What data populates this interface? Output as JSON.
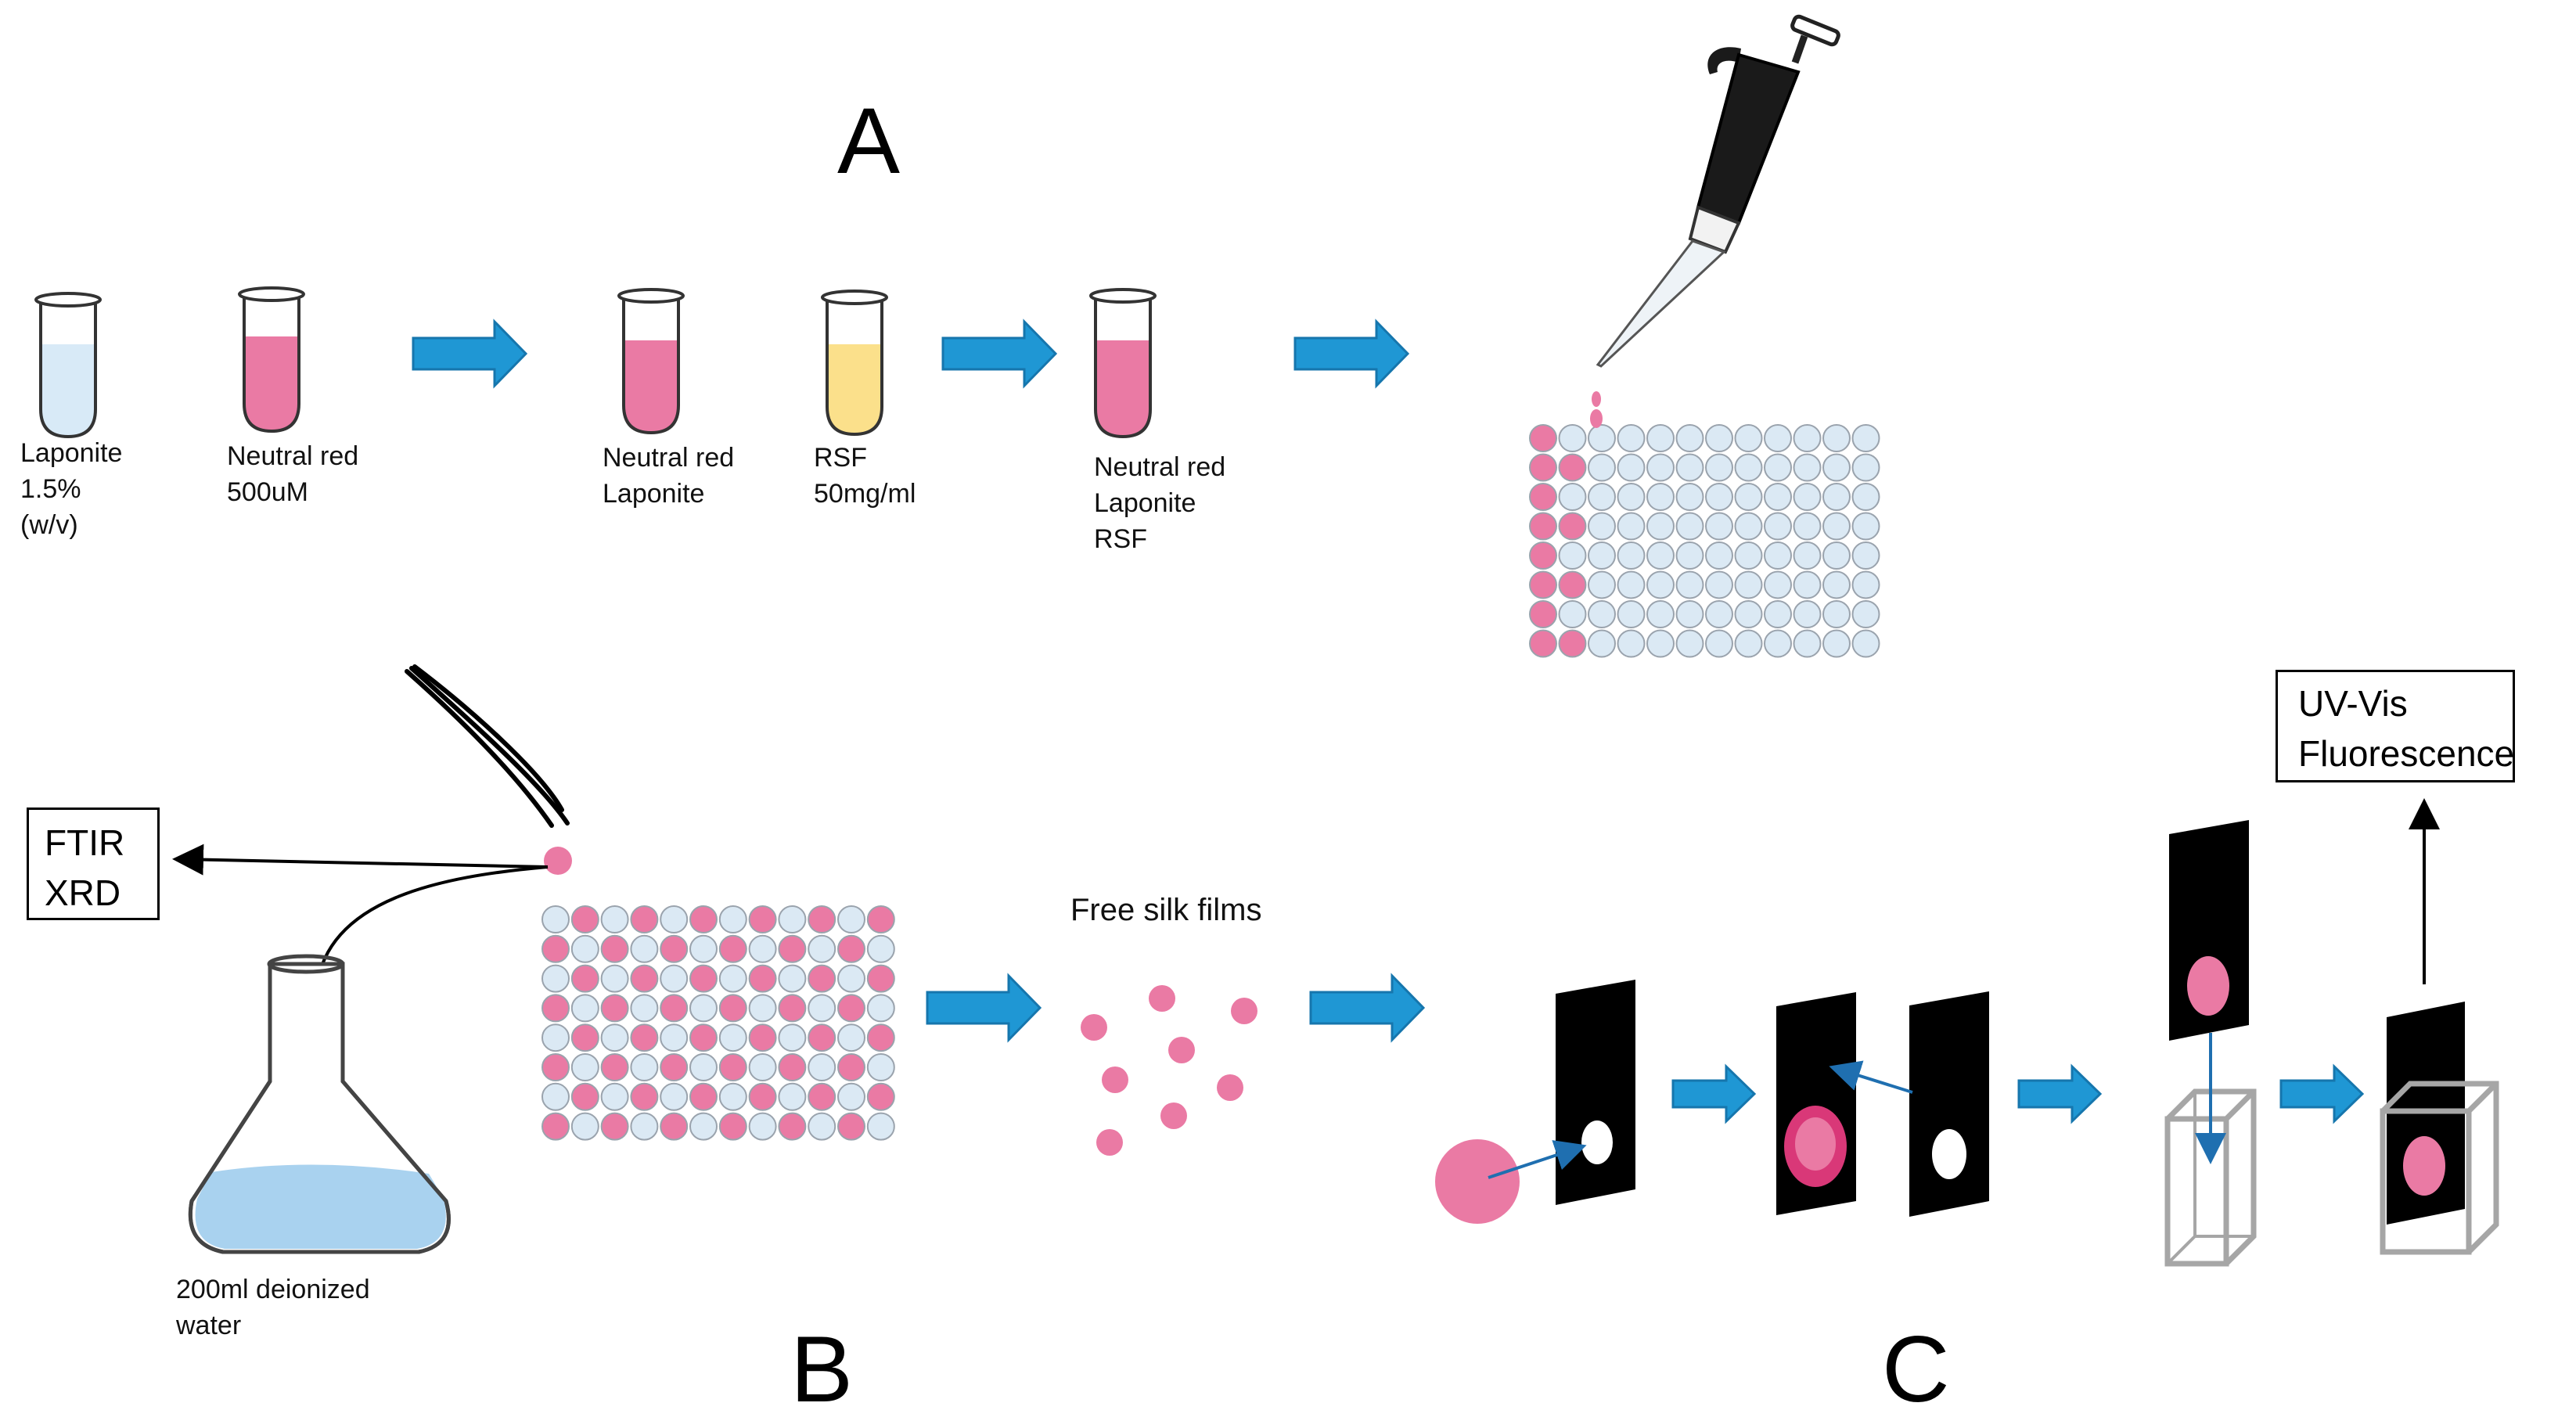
{
  "panels": {
    "a": "A",
    "b": "B",
    "c": "C"
  },
  "tubes": [
    {
      "lines": [
        "Laponite",
        "1.5%",
        "(w/v)"
      ],
      "fill": "#d8eaf7"
    },
    {
      "lines": [
        "Neutral red",
        "500uM"
      ],
      "fill": "#ea7aa4"
    },
    {
      "lines": [
        "Neutral red",
        "Laponite"
      ],
      "fill": "#ea7aa4"
    },
    {
      "lines": [
        "RSF",
        "50mg/ml"
      ],
      "fill": "#fbe08b"
    },
    {
      "lines": [
        "Neutral red",
        "Laponite",
        "RSF"
      ],
      "fill": "#ea7aa4"
    }
  ],
  "boxes": {
    "ftir": [
      "FTIR",
      "XRD"
    ],
    "uvvis": [
      "UV-Vis",
      "Fluorescence"
    ]
  },
  "flask_label": [
    "200ml  deionized",
    "water"
  ],
  "films_label": "Free silk films",
  "colors": {
    "arrow": "#1f97d4",
    "arrow_edge": "#1676ad",
    "pink": "#ea7aa4",
    "pink_dark": "#d93878",
    "well": "#dbe9f4",
    "well_edge": "#9aa3ad",
    "water": "#a9d2ef",
    "cuvette": "#a6a6a6",
    "black": "#000000"
  }
}
